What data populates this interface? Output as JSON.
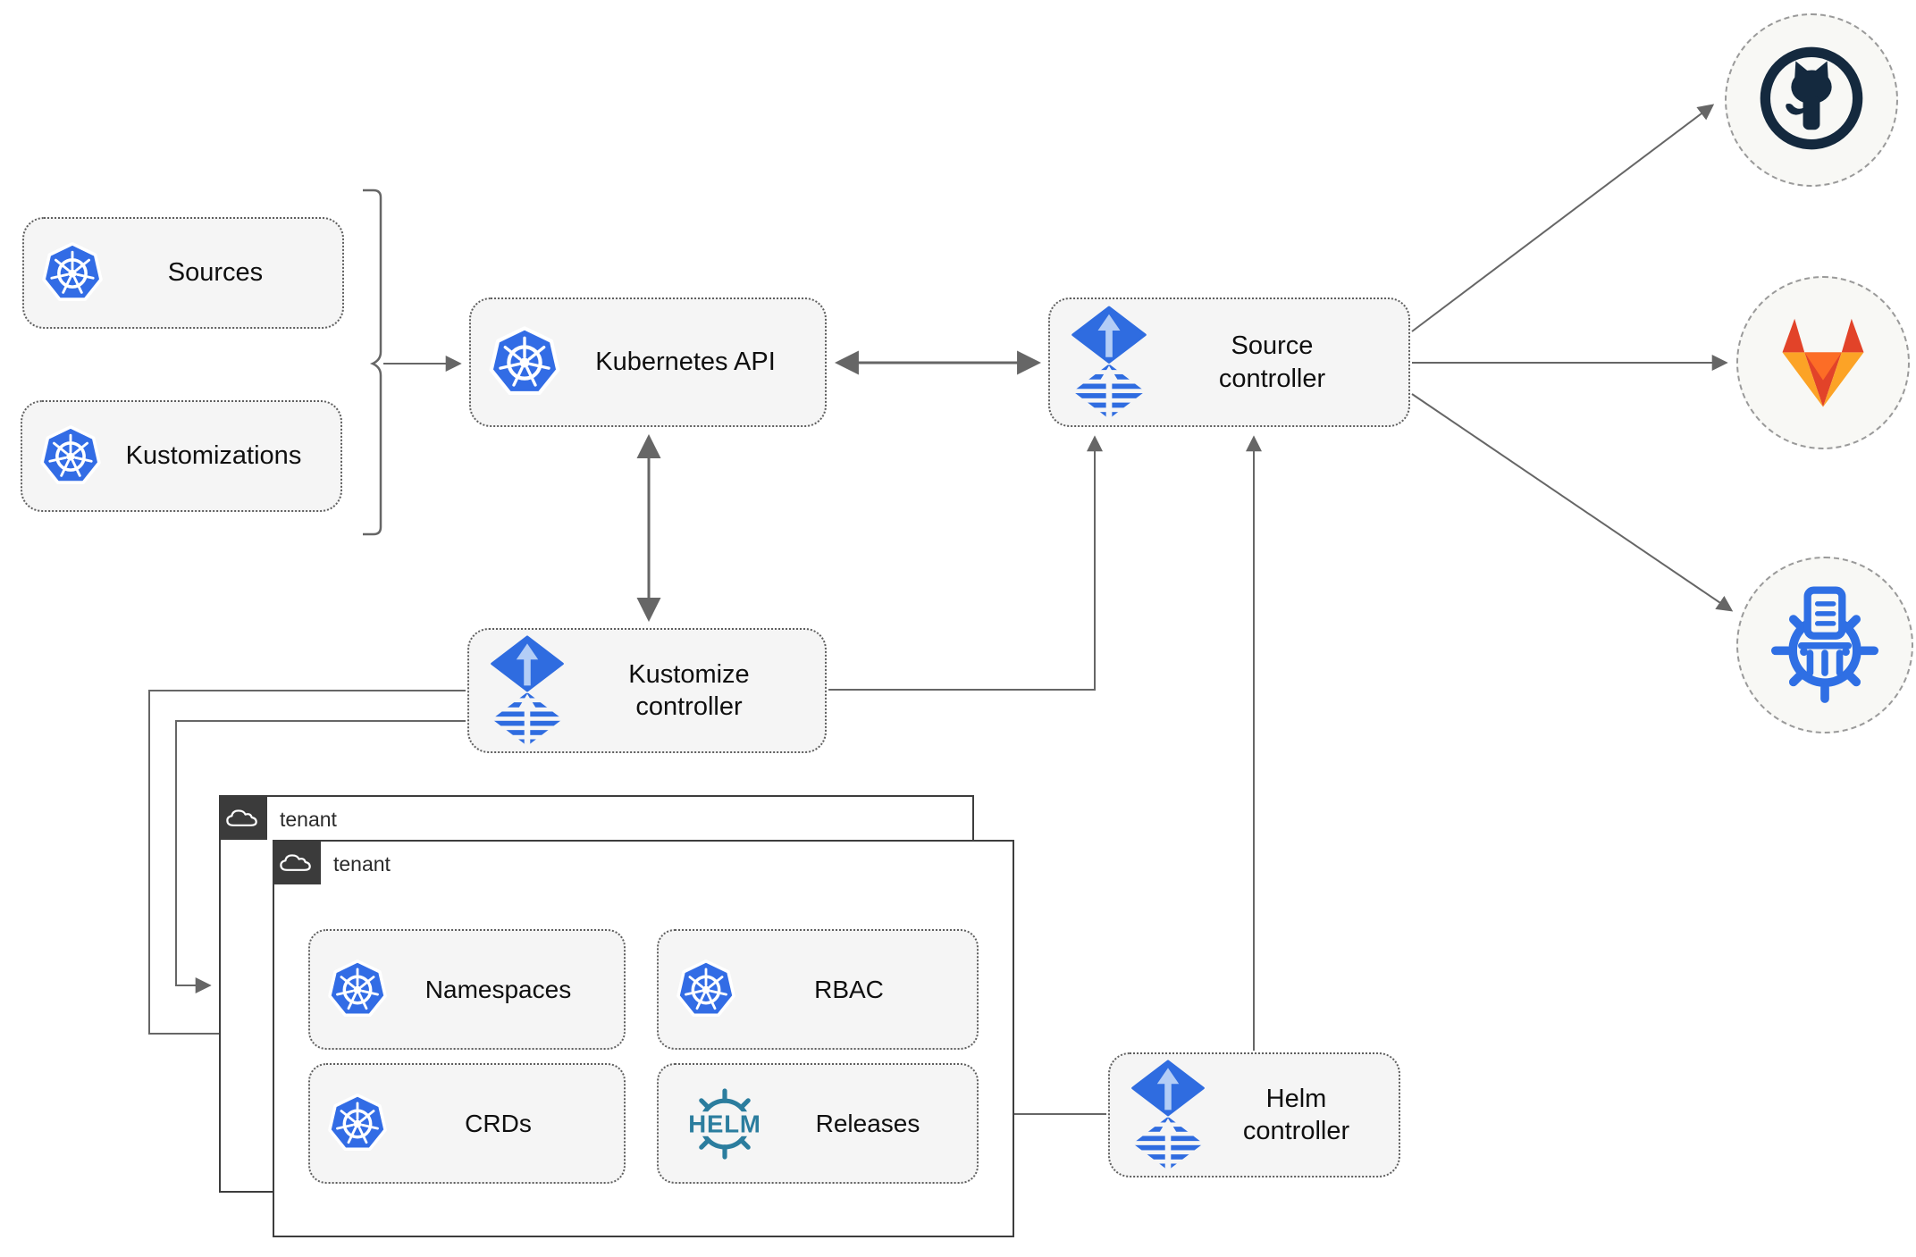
{
  "nodes": {
    "sources": {
      "label": "Sources",
      "icon": "kubernetes-icon"
    },
    "kustomizations": {
      "label": "Kustomizations",
      "icon": "kubernetes-icon"
    },
    "kubernetes_api": {
      "label": "Kubernetes API",
      "icon": "kubernetes-icon"
    },
    "source_controller": {
      "label": "Source controller",
      "icon": "flux-icon"
    },
    "kustomize_controller": {
      "label": "Kustomize controller",
      "icon": "flux-icon"
    },
    "helm_controller": {
      "label": "Helm controller",
      "icon": "flux-icon"
    }
  },
  "tenants": [
    {
      "label": "tenant",
      "icon": "cloud-icon"
    },
    {
      "label": "tenant",
      "icon": "cloud-icon"
    }
  ],
  "resources": {
    "namespaces": {
      "label": "Namespaces",
      "icon": "kubernetes-icon"
    },
    "rbac": {
      "label": "RBAC",
      "icon": "kubernetes-icon"
    },
    "crds": {
      "label": "CRDs",
      "icon": "kubernetes-icon"
    },
    "releases": {
      "label": "Releases",
      "icon": "helm-icon",
      "icon_text": "HELM"
    }
  },
  "externals": [
    {
      "name": "github",
      "icon": "github-icon"
    },
    {
      "name": "gitlab",
      "icon": "gitlab-icon"
    },
    {
      "name": "chart-repository",
      "icon": "chartmuseum-icon"
    }
  ],
  "colors": {
    "kubernetes_blue": "#326ce5",
    "flux_blue": "#2f6ce0",
    "flux_light_arrow": "#b3cdf6",
    "helm_teal": "#2b7d9e",
    "github_dark": "#14293e",
    "gitlab_dark_orange": "#e24329",
    "gitlab_orange": "#fc6d26",
    "gitlab_light_orange": "#fca326",
    "chartmuseum_blue": "#2f6fe4",
    "arrow_gray": "#666666",
    "node_fill": "#f5f5f5",
    "tenant_tab_dark": "#3b3b3b"
  }
}
